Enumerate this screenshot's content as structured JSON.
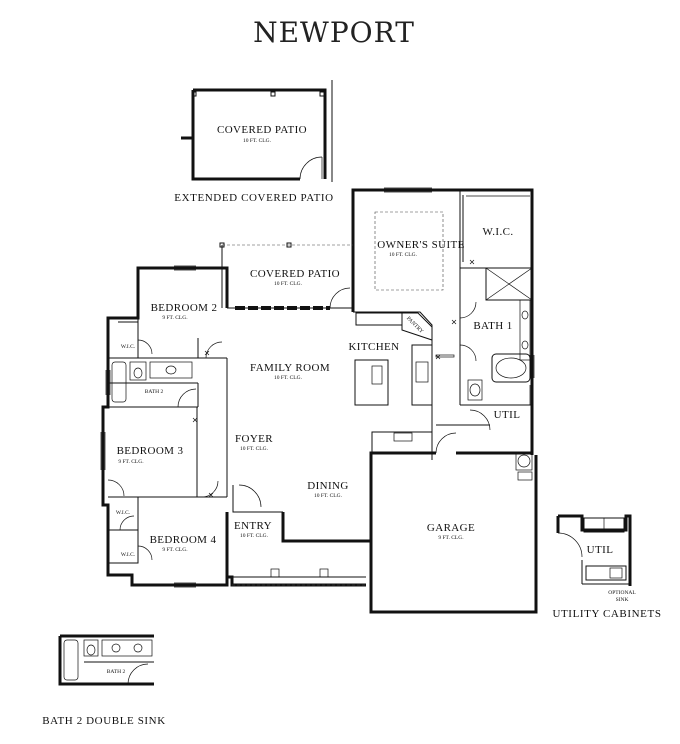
{
  "title": "NEWPORT",
  "rooms": {
    "covered_patio_ext": {
      "name": "COVERED PATIO",
      "clg": "10 FT. CLG."
    },
    "extended_caption": "EXTENDED COVERED PATIO",
    "owners_suite": {
      "name": "OWNER'S SUITE",
      "clg": "10 FT. CLG."
    },
    "wic_owner": "W.I.C.",
    "covered_patio": {
      "name": "COVERED PATIO",
      "clg": "10 FT. CLG."
    },
    "bedroom2": {
      "name": "BEDROOM 2",
      "clg": "9 FT. CLG."
    },
    "wic_b2": "W.I.C.",
    "bath2": "BATH 2",
    "family_room": {
      "name": "FAMILY ROOM",
      "clg": "10 FT. CLG."
    },
    "kitchen": "KITCHEN",
    "pantry": "PANTRY",
    "bath1": "BATH 1",
    "util": "UTIL",
    "foyer": {
      "name": "FOYER",
      "clg": "10 FT. CLG."
    },
    "bedroom3": {
      "name": "BEDROOM 3",
      "clg": "9 FT. CLG."
    },
    "dining": {
      "name": "DINING",
      "clg": "10 FT. CLG."
    },
    "garage": {
      "name": "GARAGE",
      "clg": "9 FT. CLG."
    },
    "wic_b3": "W.I.C.",
    "wic_b4": "W.I.C.",
    "bedroom4": {
      "name": "BEDROOM 4",
      "clg": "9 FT. CLG."
    },
    "entry": {
      "name": "ENTRY",
      "clg": "10 FT. CLG."
    }
  },
  "utility_inset": {
    "util": "UTIL",
    "optional_line1": "OPTIONAL",
    "optional_line2": "SINK",
    "caption": "UTILITY CABINETS"
  },
  "bath2_inset": {
    "label": "BATH 2",
    "caption": "BATH 2 DOUBLE SINK"
  }
}
